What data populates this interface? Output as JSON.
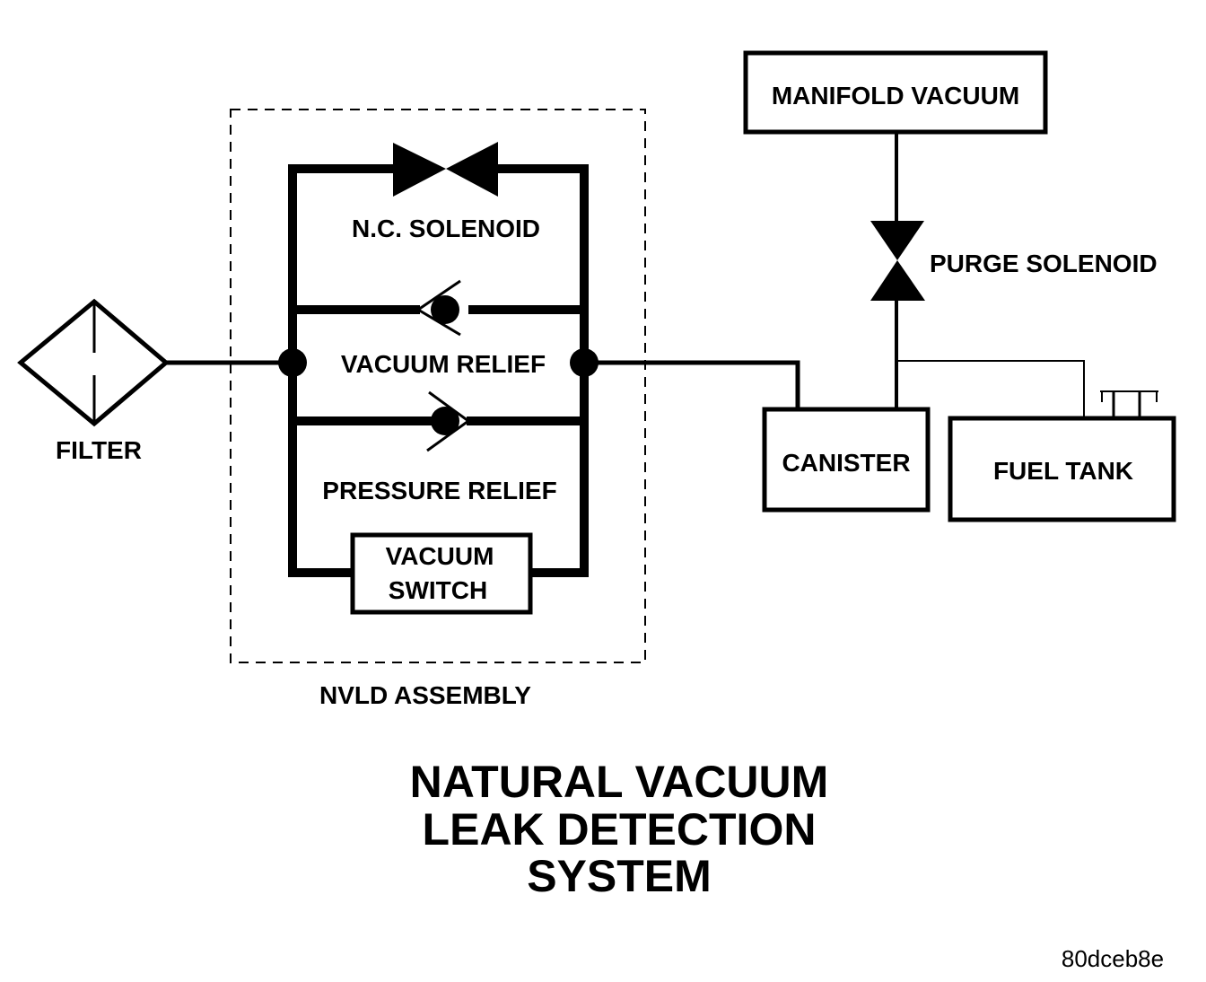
{
  "title": {
    "lines": [
      "NATURAL VACUUM",
      "LEAK DETECTION",
      "SYSTEM"
    ]
  },
  "components": {
    "filter": "FILTER",
    "nvld_assembly": "NVLD ASSEMBLY",
    "nc_solenoid": "N.C. SOLENOID",
    "vacuum_relief": "VACUUM RELIEF",
    "pressure_relief": "PRESSURE RELIEF",
    "vacuum_switch": [
      "VACUUM",
      "SWITCH"
    ],
    "manifold_vacuum": "MANIFOLD VACUUM",
    "purge_solenoid": "PURGE SOLENOID",
    "canister": "CANISTER",
    "fuel_tank": "FUEL TANK"
  },
  "figure_code": "80dceb8e",
  "icons": {
    "filter": "filter-diamond-icon",
    "nc_solenoid": "bowtie-valve-icon",
    "purge_solenoid": "bowtie-valve-icon",
    "vacuum_relief": "check-valve-icon",
    "pressure_relief": "check-valve-icon",
    "fuel_cap": "fuel-filler-cap-icon"
  },
  "colors": {
    "line": "#000000",
    "background": "#ffffff"
  }
}
